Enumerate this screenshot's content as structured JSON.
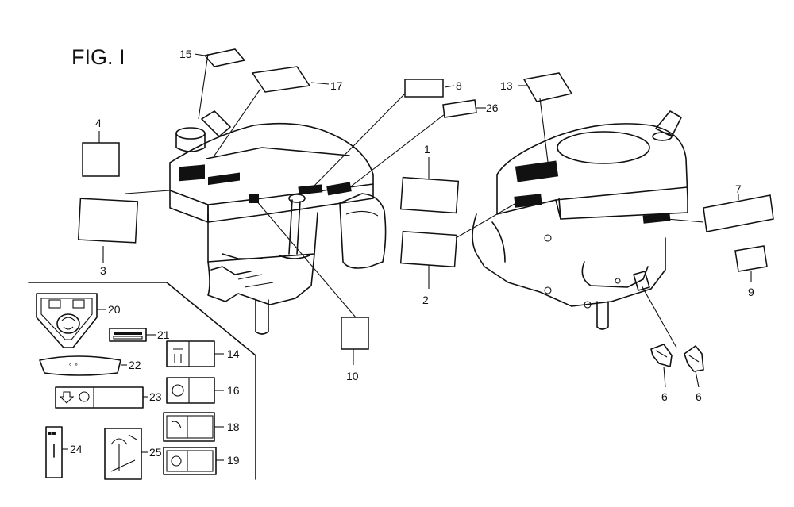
{
  "figure": {
    "title": "FIG. I"
  },
  "callouts": {
    "c1": "1",
    "c2": "2",
    "c3": "3",
    "c4": "4",
    "c6a": "6",
    "c6b": "6",
    "c7": "7",
    "c8": "8",
    "c9": "9",
    "c10": "10",
    "c13": "13",
    "c14": "14",
    "c15": "15",
    "c16": "16",
    "c17": "17",
    "c18": "18",
    "c19": "19",
    "c20": "20",
    "c21": "21",
    "c22": "22",
    "c23": "23",
    "c24": "24",
    "c25": "25",
    "c26": "26"
  }
}
